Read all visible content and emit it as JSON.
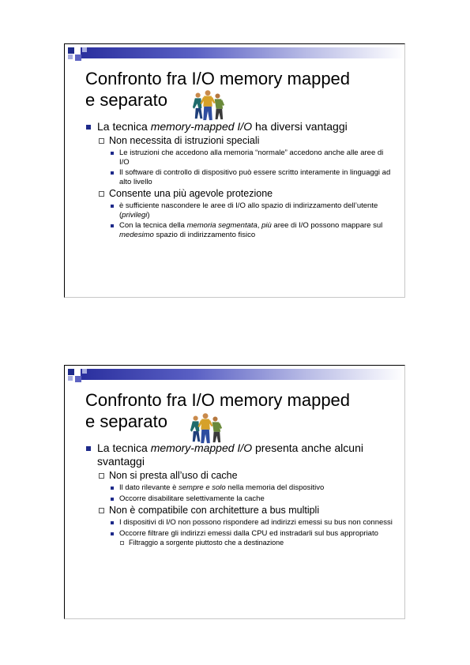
{
  "slides": [
    {
      "title_line1": "Confronto fra I/O memory mapped",
      "title_line2": "e separato",
      "clipart_icon": "people-group-icon",
      "bullet": {
        "pre": "La tecnica ",
        "em": "memory-mapped I/O",
        "post": " ha diversi vantaggi"
      },
      "groups": [
        {
          "heading": "Non necessita di istruzioni speciali",
          "items": [
            "Le istruzioni che accedono alla memoria “normale” accedono anche alle aree di I/O",
            "Il software di controllo di dispositivo può essere scritto interamente in linguaggi ad alto livello"
          ]
        },
        {
          "heading": "Consente una più agevole protezione",
          "items": [
            {
              "pre": "è sufficiente nascondere le aree di I/O allo spazio di indirizzamento dell’utente (",
              "em": "privilegi",
              "post": ")"
            },
            {
              "p1": "Con la tecnica della ",
              "em1": "memoria segmentata",
              "p2": ", ",
              "em2": "più",
              "p3": " aree di I/O possono mappare sul ",
              "em3": "medesimo",
              "p4": " spazio di indirizzamento fisico"
            }
          ]
        }
      ]
    },
    {
      "title_line1": "Confronto fra I/O memory mapped",
      "title_line2": "e separato",
      "clipart_icon": "people-group-icon",
      "bullet": {
        "pre": "La tecnica ",
        "em": "memory-mapped I/O",
        "post": " presenta anche alcuni svantaggi"
      },
      "groups": [
        {
          "heading": "Non si presta all’uso di cache",
          "items": [
            {
              "pre": "Il dato rilevante è ",
              "em": "sempre e solo",
              "post": " nella memoria del dispositivo"
            },
            "Occorre disabilitare selettivamente la cache"
          ]
        },
        {
          "heading": "Non è compatibile con architetture a bus multipli",
          "items": [
            "I dispositivi di I/O non possono rispondere ad indirizzi emessi su bus non connessi",
            "Occorre filtrare gli indirizzi emessi dalla CPU ed instradarli sul bus appropriato"
          ],
          "subitems": [
            "Filtraggio a sorgente piuttosto che a destinazione"
          ]
        }
      ]
    }
  ]
}
